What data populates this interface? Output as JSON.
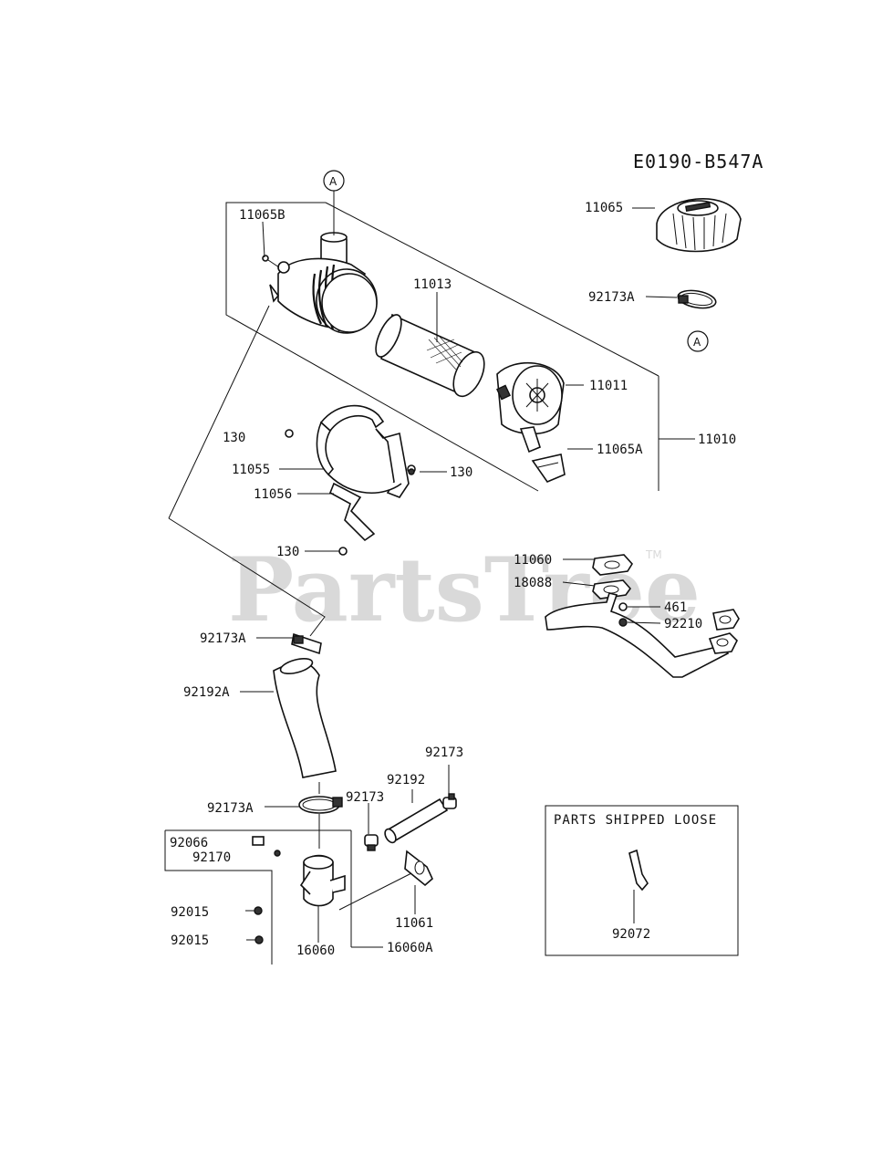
{
  "diagram_code": "E0190-B547A",
  "watermark": "PartsTree",
  "watermark_tm": "TM",
  "ref_marker": "A",
  "labels": {
    "l11065": "11065",
    "l92173A_top": "92173A",
    "l11065B": "11065B",
    "l11013": "11013",
    "l11011": "11011",
    "l11065A": "11065A",
    "l11010": "11010",
    "l130_a": "130",
    "l11055": "11055",
    "l130_b": "130",
    "l11056": "11056",
    "l130_c": "130",
    "l11060": "11060",
    "l18088": "18088",
    "l461": "461",
    "l92210": "92210",
    "l92173A_mid": "92173A",
    "l92192A": "92192A",
    "l92173_right": "92173",
    "l92192": "92192",
    "l92173_mid": "92173",
    "l92173A_low": "92173A",
    "l92066": "92066",
    "l92170": "92170",
    "l92015_a": "92015",
    "l92015_b": "92015",
    "l11061": "11061",
    "l16060": "16060",
    "l16060A": "16060A",
    "l92072": "92072"
  },
  "loose_box_title": "PARTS SHIPPED LOOSE"
}
